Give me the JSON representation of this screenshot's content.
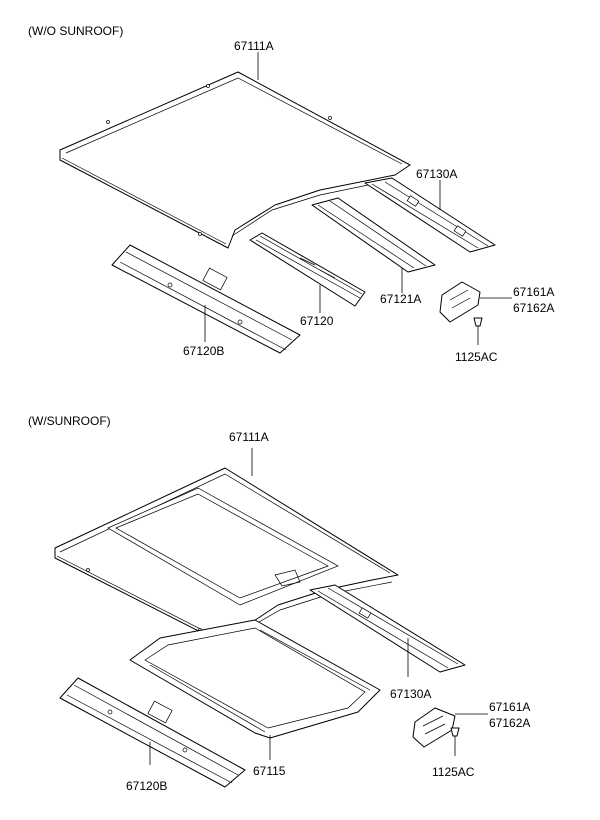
{
  "sections": {
    "without_sunroof": {
      "title": "(W/O SUNROOF)",
      "labels": {
        "roof_panel": "67111A",
        "rear_rail": "67130A",
        "center_rail": "67121A",
        "front_rail": "67120",
        "front_rail_b": "67120B",
        "bracket_a": "67161A",
        "bracket_b": "67162A",
        "bolt": "1125AC"
      }
    },
    "with_sunroof": {
      "title": "(W/SUNROOF)",
      "labels": {
        "roof_panel": "67111A",
        "rear_rail": "67130A",
        "frame": "67115",
        "front_rail_b": "67120B",
        "bracket_a": "67161A",
        "bracket_b": "67162A",
        "bolt": "1125AC"
      }
    }
  }
}
